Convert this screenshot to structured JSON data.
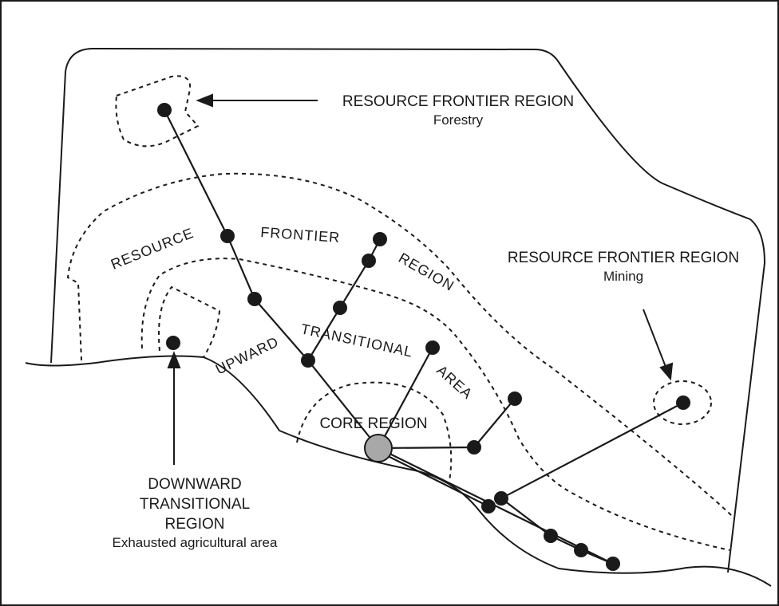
{
  "labels": {
    "forestry_title": "RESOURCE FRONTIER REGION",
    "forestry_sub": "Forestry",
    "mining_title": "RESOURCE FRONTIER REGION",
    "mining_sub": "Mining",
    "frontier_word_1": "RESOURCE",
    "frontier_word_2": "FRONTIER",
    "frontier_word_3": "REGION",
    "upward_word_1": "UPWARD",
    "upward_word_2": "TRANSITIONAL",
    "upward_word_3": "AREA",
    "core": "CORE REGION",
    "downward_1": "DOWNWARD",
    "downward_2": "TRANSITIONAL",
    "downward_3": "REGION",
    "downward_4": "Exhausted agricultural area"
  },
  "colors": {
    "ink": "#1a1a1a",
    "core_fill": "#a8a8a8"
  }
}
